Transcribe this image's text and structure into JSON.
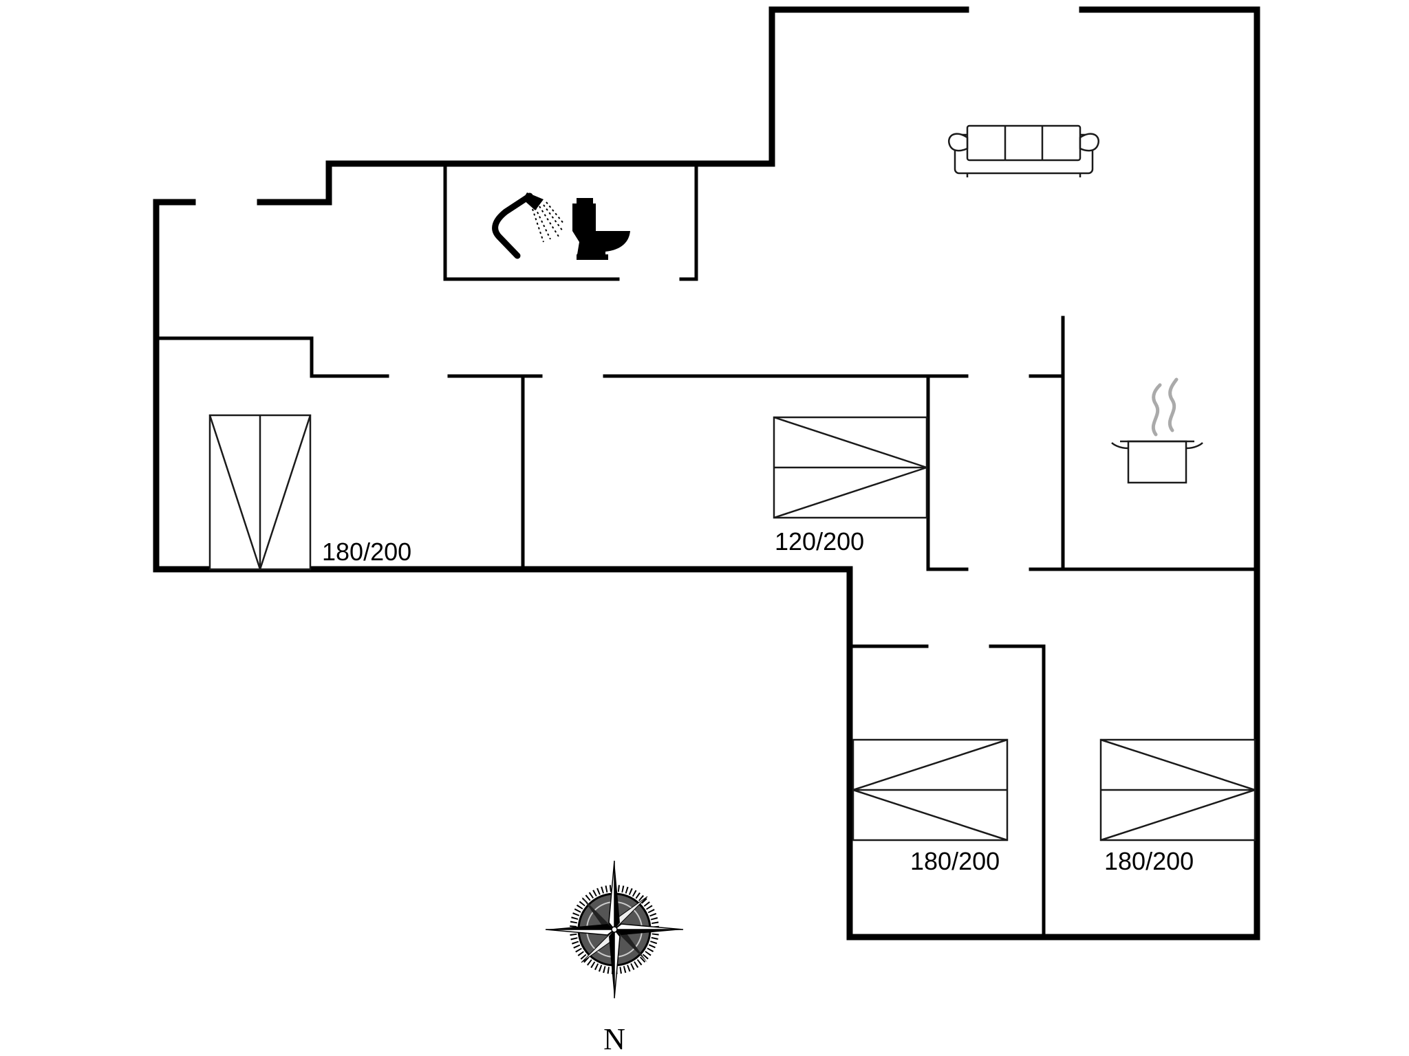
{
  "plan": {
    "beds": [
      {
        "id": "bed-west",
        "label": "180/200"
      },
      {
        "id": "bed-middle",
        "label": "120/200"
      },
      {
        "id": "bed-south-left",
        "label": "180/200"
      },
      {
        "id": "bed-south-right",
        "label": "180/200"
      }
    ],
    "compass": {
      "label": "N"
    },
    "icons": [
      "sofa-icon",
      "shower-icon",
      "toilet-icon",
      "cooking-pot-icon",
      "compass-rose-icon"
    ],
    "colors": {
      "walls": "#000000",
      "background": "#ffffff",
      "furniture": "#1a1a1a"
    }
  }
}
